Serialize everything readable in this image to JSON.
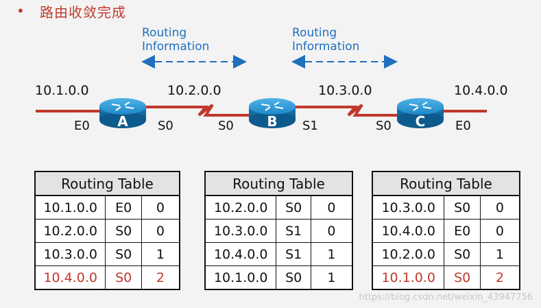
{
  "header": {
    "bullet": "•",
    "title": "路由收敛完成"
  },
  "info_labels": [
    {
      "line1": "Routing",
      "line2": "Information"
    },
    {
      "line1": "Routing",
      "line2": "Information"
    }
  ],
  "networks": [
    "10.1.0.0",
    "10.2.0.0",
    "10.3.0.0",
    "10.4.0.0"
  ],
  "interfaces": {
    "a_left": "E0",
    "a_right": "S0",
    "b_left": "S0",
    "b_right": "S1",
    "c_left": "S0",
    "c_right": "E0"
  },
  "routers": [
    "A",
    "B",
    "C"
  ],
  "colors": {
    "link": "#c0392b",
    "router": "#1e88c8",
    "info": "#1f6fbf",
    "highlight": "#c0392b"
  },
  "tables": [
    {
      "header": "Routing Table",
      "rows": [
        {
          "net": "10.1.0.0",
          "iface": "E0",
          "hops": "0"
        },
        {
          "net": "10.2.0.0",
          "iface": "S0",
          "hops": "0"
        },
        {
          "net": "10.3.0.0",
          "iface": "S0",
          "hops": "1"
        },
        {
          "net": "10.4.0.0",
          "iface": "S0",
          "hops": "2"
        }
      ]
    },
    {
      "header": "Routing Table",
      "rows": [
        {
          "net": "10.2.0.0",
          "iface": "S0",
          "hops": "0"
        },
        {
          "net": "10.3.0.0",
          "iface": "S1",
          "hops": "0"
        },
        {
          "net": "10.4.0.0",
          "iface": "S1",
          "hops": "1"
        },
        {
          "net": "10.1.0.0",
          "iface": "S0",
          "hops": "1"
        }
      ]
    },
    {
      "header": "Routing Table",
      "rows": [
        {
          "net": "10.3.0.0",
          "iface": "S0",
          "hops": "0"
        },
        {
          "net": "10.4.0.0",
          "iface": "E0",
          "hops": "0"
        },
        {
          "net": "10.2.0.0",
          "iface": "S0",
          "hops": "1"
        },
        {
          "net": "10.1.0.0",
          "iface": "S0",
          "hops": "2"
        }
      ]
    }
  ],
  "watermark": "https://blog.csdn.net/weixin_43947756"
}
